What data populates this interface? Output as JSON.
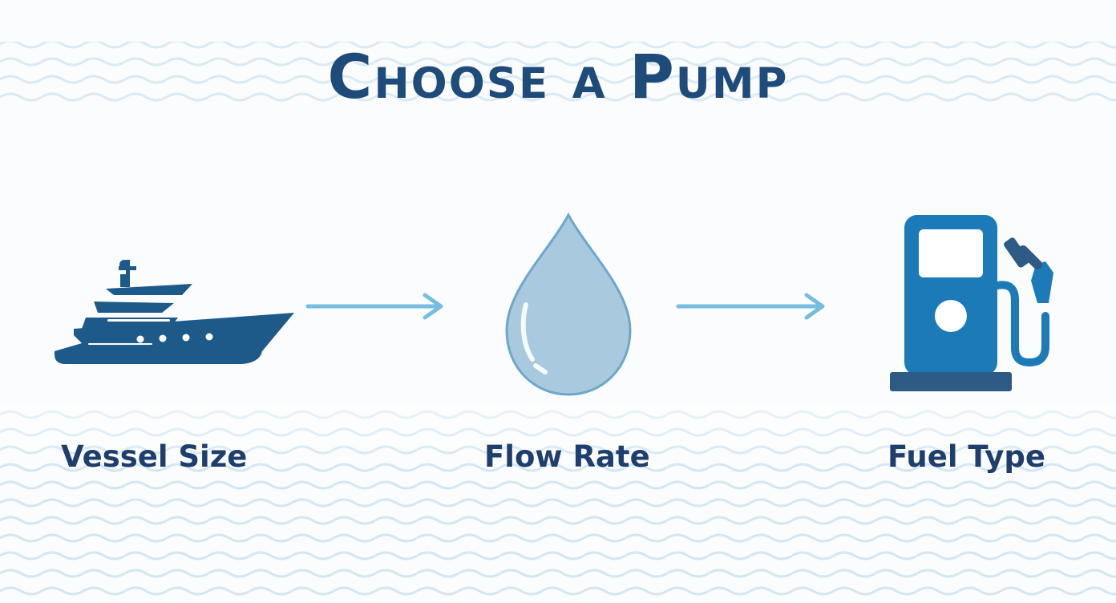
{
  "title": "Choose a Pump",
  "steps": [
    {
      "label": "Vessel Size",
      "icon": "boat-icon"
    },
    {
      "label": "Flow Rate",
      "icon": "water-drop-icon"
    },
    {
      "label": "Fuel Type",
      "icon": "fuel-pump-icon"
    }
  ],
  "colors": {
    "title": "#1f4b7a",
    "label": "#1e3f6e",
    "boat": "#1d5a8a",
    "drop_fill": "#a8c9de",
    "drop_stroke": "#6ea6cc",
    "pump": "#1d7ab8",
    "pump_base": "#2e5b85",
    "arrow": "#76bde0",
    "wave": "#cfe3f1"
  }
}
